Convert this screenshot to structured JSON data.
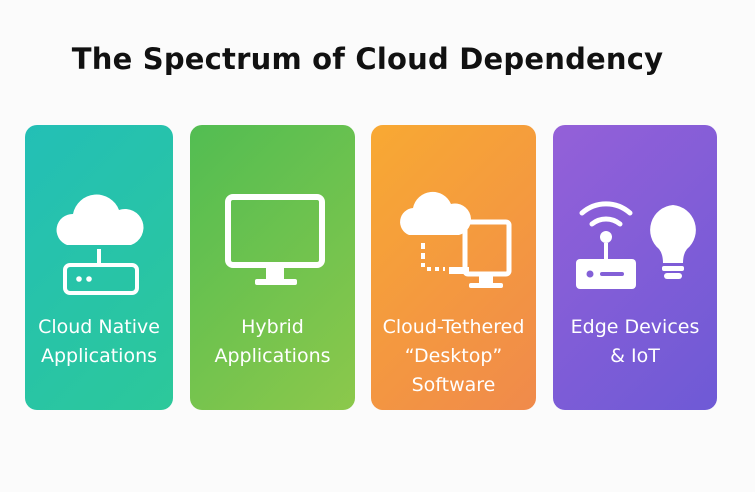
{
  "title": "The Spectrum of Cloud Dependency",
  "cards": [
    {
      "lines": [
        "Cloud Native",
        "Applications"
      ],
      "icon": "cloud-router-icon",
      "color": "#26c3aa"
    },
    {
      "lines": [
        "Hybrid",
        "Applications"
      ],
      "icon": "monitor-icon",
      "color": "#6cc24e"
    },
    {
      "lines": [
        "Cloud-Tethered",
        "“Desktop”",
        "Software"
      ],
      "icon": "cloud-monitor-icon",
      "color": "#f49b40"
    },
    {
      "lines": [
        "Edge Devices",
        "& IoT"
      ],
      "icon": "router-lightbulb-icon",
      "color": "#8360d7"
    }
  ]
}
